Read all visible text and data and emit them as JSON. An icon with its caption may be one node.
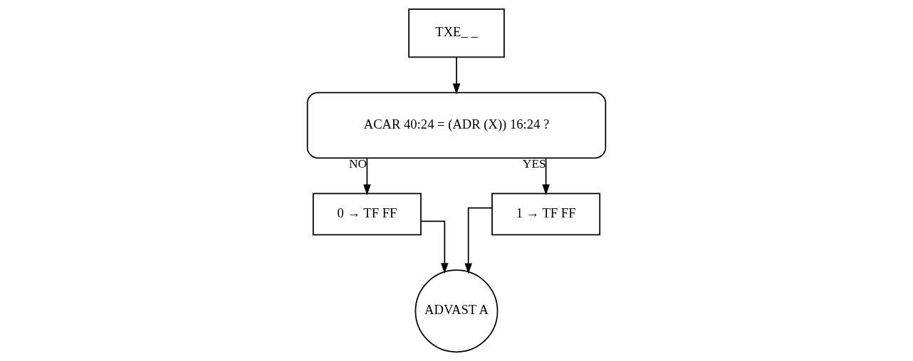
{
  "diagram": {
    "nodes": [
      {
        "text": [
          "TXE_ _"
        ]
      },
      {
        "text": [
          "ACAR 40:24 = (ADR (X)) 16:24 ?"
        ]
      },
      {
        "text": [
          "0 → TF FF"
        ]
      },
      {
        "text": [
          "1 → TF FF"
        ]
      },
      {
        "text": [
          "ADVAST A"
        ]
      }
    ],
    "edges": [
      {
        "from": 0,
        "to": 1,
        "arrow": "to"
      },
      {
        "from": 1,
        "to": 2,
        "arrow": "to",
        "label": "NO"
      },
      {
        "from": 1,
        "to": 3,
        "arrow": "to",
        "label": "YES"
      },
      {
        "from": 2,
        "to": 4,
        "arrow": "to"
      },
      {
        "from": 3,
        "to": 4,
        "arrow": "to"
      }
    ]
  }
}
